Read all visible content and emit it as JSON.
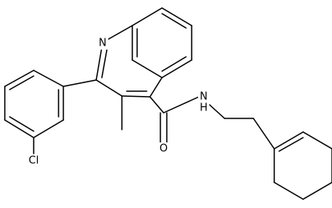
{
  "molecule": {
    "atoms": {
      "ring_nitrogen": "N",
      "amide_nitrogen": "N",
      "amide_hydrogen": "H",
      "amide_oxygen": "O",
      "chlorine": "Cl"
    },
    "colors": {
      "bond": "#000000",
      "text": "#000000",
      "background": "#ffffff"
    }
  }
}
